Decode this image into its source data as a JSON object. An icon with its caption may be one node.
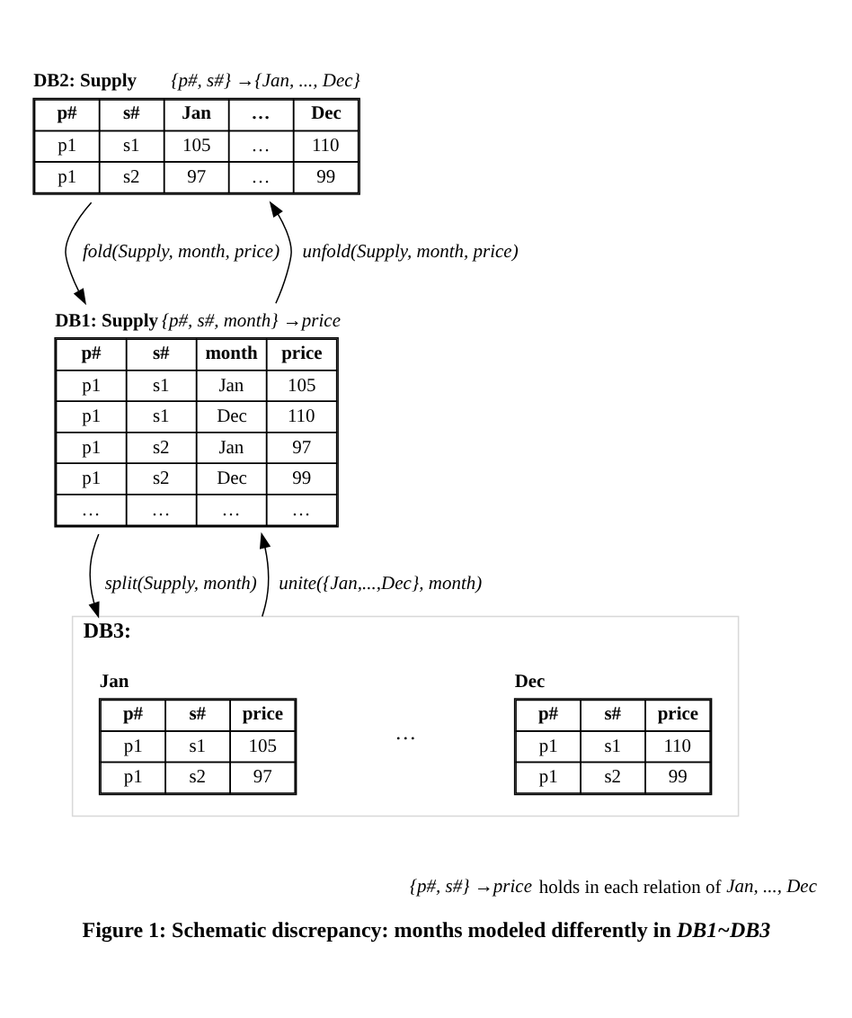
{
  "diagram": {
    "caption": "Figure 1: Schematic discrepancy: months modeled differently in *DB1~DB3*",
    "nodes": [
      {
        "text": [
          "DB2: Supply",
          "p#",
          "s#",
          "Jan",
          "…",
          "Dec",
          "p1",
          "s1",
          "105",
          "…",
          "110",
          "p1",
          "s2",
          "97",
          "…",
          "99"
        ],
        "beside": [
          "{p#, s#} →{Jan, ..., Dec}"
        ]
      },
      {
        "text": [
          "DB1: Supply",
          "p#",
          "s#",
          "month",
          "price",
          "p1",
          "s1",
          "Jan",
          "105",
          "p1",
          "s1",
          "Dec",
          "110",
          "p1",
          "s2",
          "Jan",
          "97",
          "p1",
          "s2",
          "Dec",
          "99",
          "…",
          "…",
          "…",
          "…"
        ],
        "beside": [
          "{p#, s#, month} →price"
        ]
      },
      {
        "text": [
          "DB3:"
        ]
      },
      {
        "text": [
          "Jan",
          "p#",
          "s#",
          "price",
          "p1",
          "s1",
          "105",
          "p1",
          "s2",
          "97"
        ],
        "in": 2
      },
      {
        "text": [
          "Dec",
          "p#",
          "s#",
          "price",
          "p1",
          "s1",
          "110",
          "p1",
          "s2",
          "99"
        ],
        "in": 2
      }
    ],
    "edges": [
      {
        "from": 0,
        "to": 1,
        "arrow": "to",
        "label": "fold(Supply, month, price)"
      },
      {
        "from": 1,
        "to": 0,
        "arrow": "to",
        "label": "unfold(Supply, month, price)"
      },
      {
        "from": 1,
        "to": 2,
        "arrow": "to",
        "label": "split(Supply, month)"
      },
      {
        "from": 2,
        "to": 1,
        "arrow": "to",
        "label": "unite({Jan,...,Dec}, month)"
      }
    ],
    "labels": [
      "…",
      "*{p#, s#} →price* holds in each relation of *Jan, ..., Dec*"
    ]
  }
}
